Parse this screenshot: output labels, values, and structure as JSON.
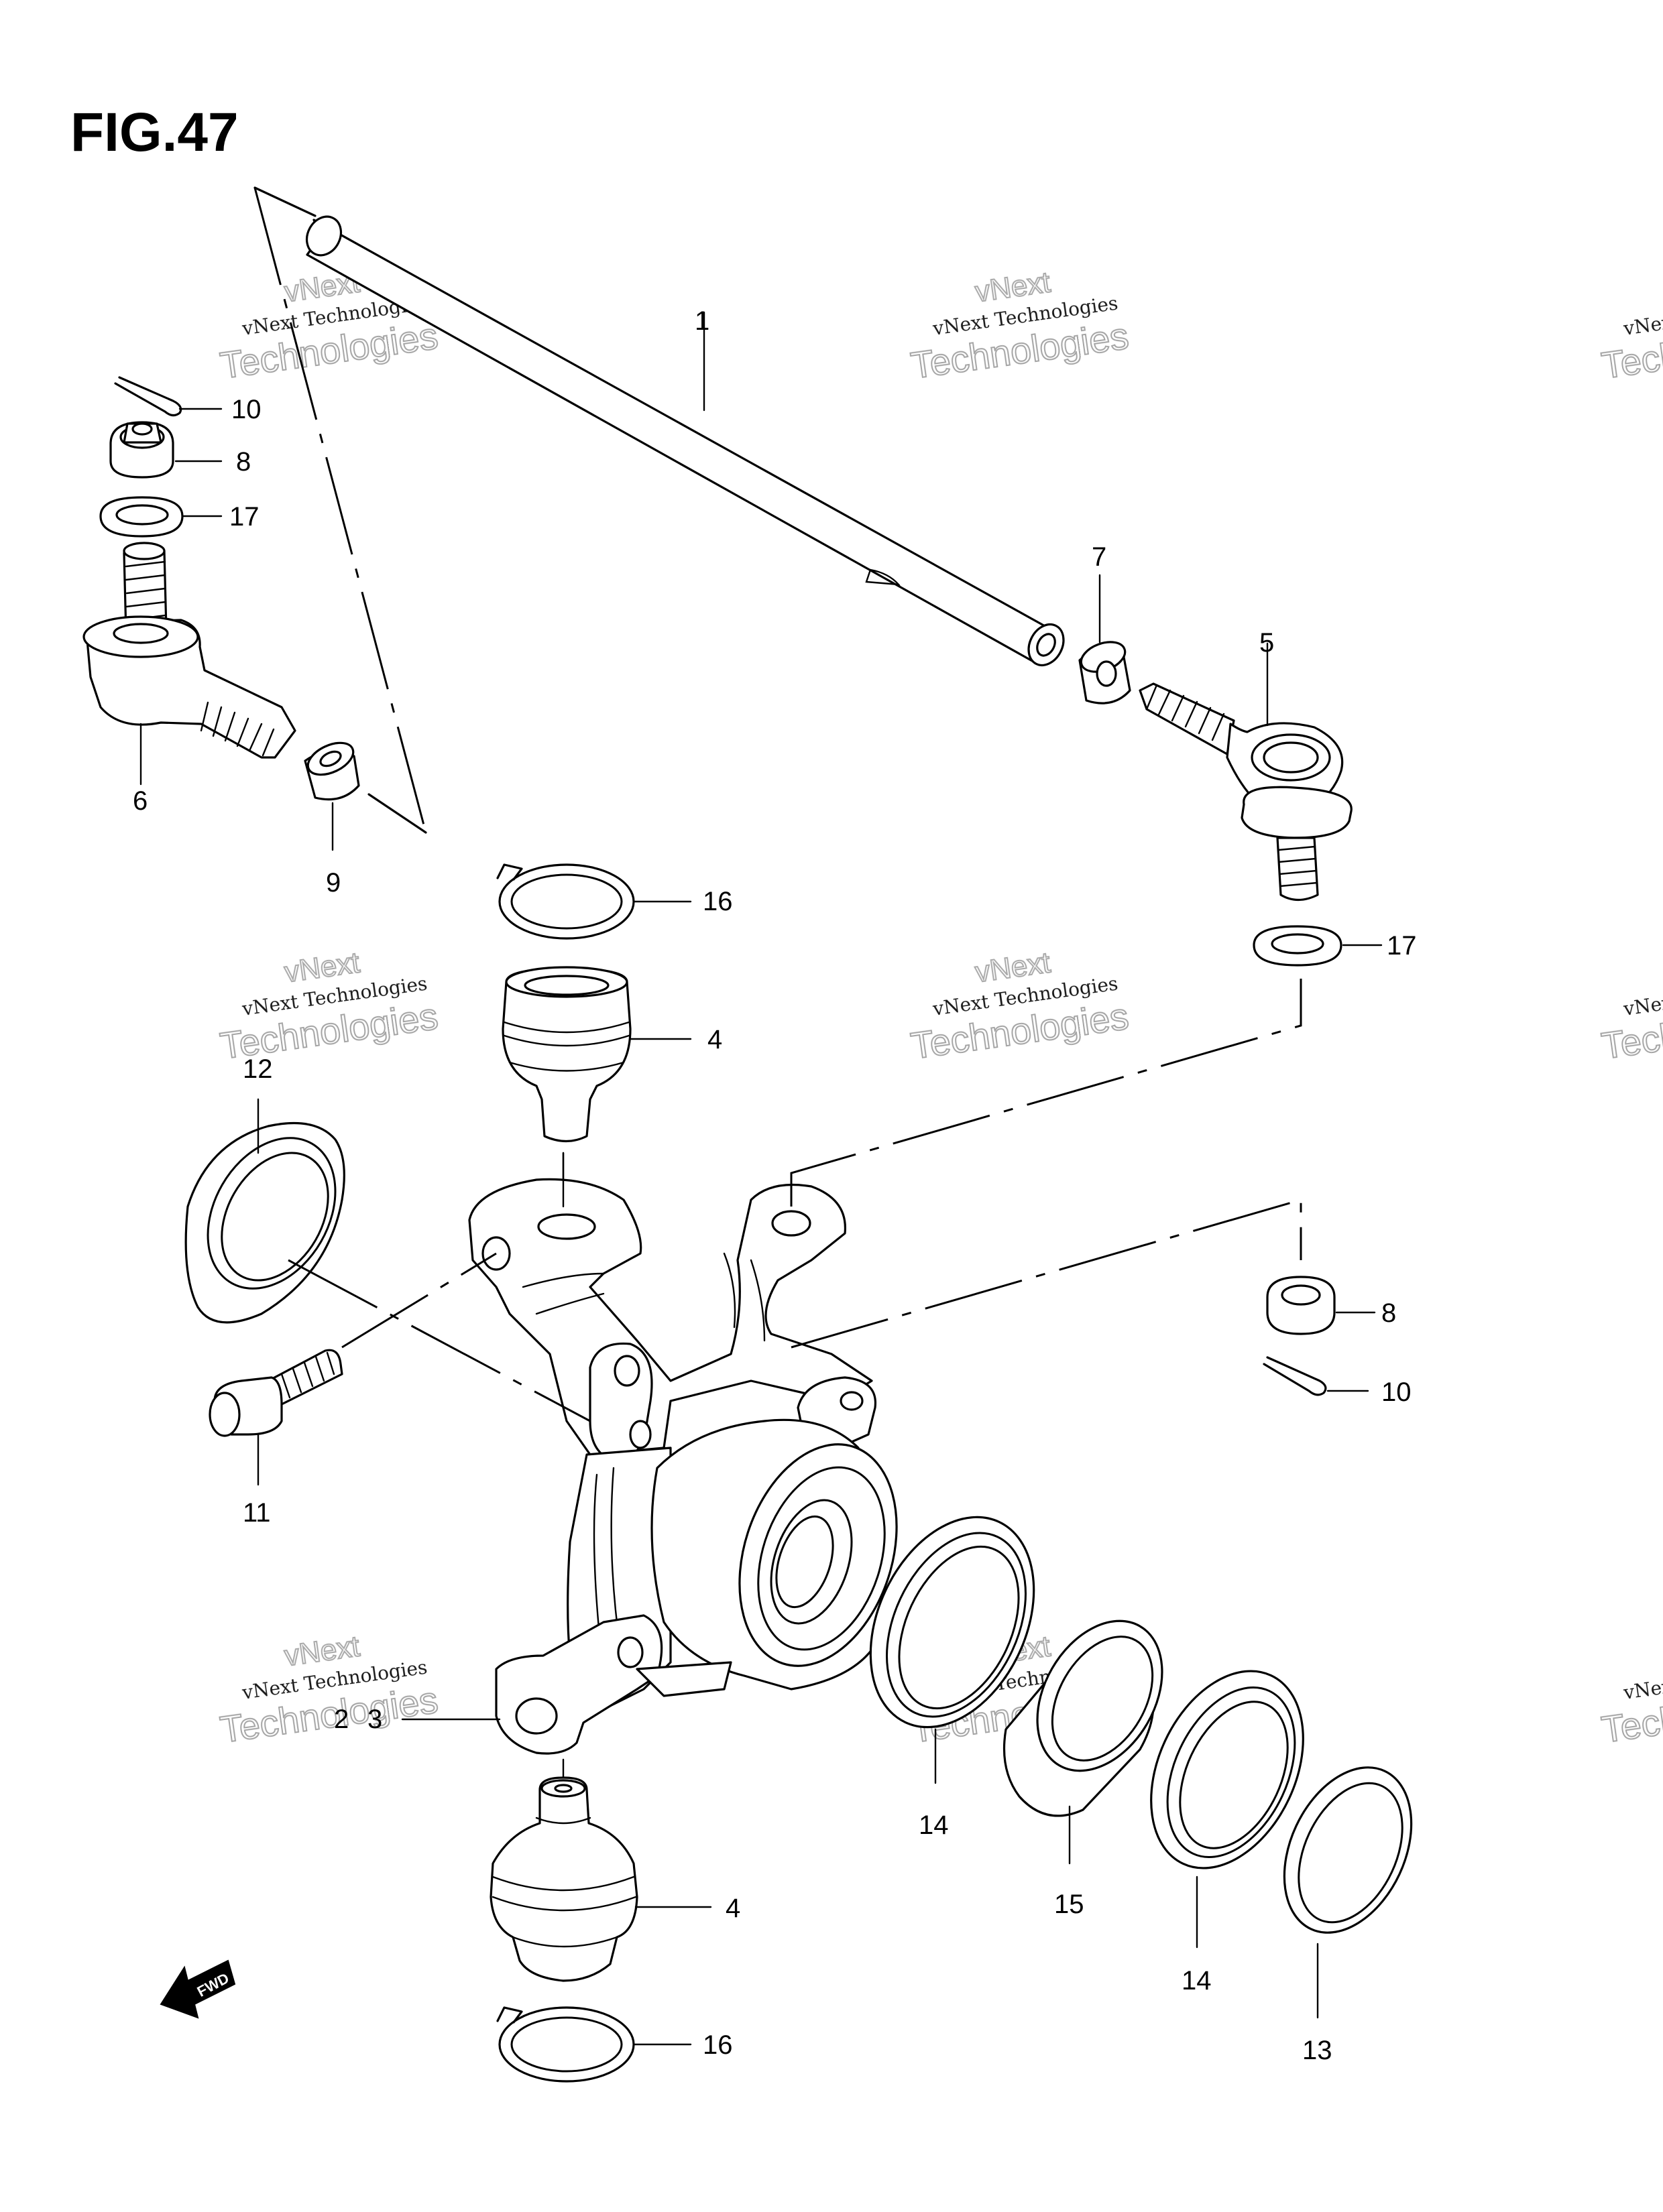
{
  "figure": {
    "title": "FIG.47"
  },
  "watermark": {
    "line1": "vNext Technologies",
    "line2": "Technologies",
    "line3": "vNext"
  },
  "fwd_label": "FWD",
  "callouts": [
    {
      "id": "c1",
      "text": "1"
    },
    {
      "id": "c10a",
      "text": "10"
    },
    {
      "id": "c8a",
      "text": "8"
    },
    {
      "id": "c17a",
      "text": "17"
    },
    {
      "id": "c6",
      "text": "6"
    },
    {
      "id": "c9",
      "text": "9"
    },
    {
      "id": "c7",
      "text": "7"
    },
    {
      "id": "c5",
      "text": "5"
    },
    {
      "id": "c16a",
      "text": "16"
    },
    {
      "id": "c17b",
      "text": "17"
    },
    {
      "id": "c4a",
      "text": "4"
    },
    {
      "id": "c12",
      "text": "12"
    },
    {
      "id": "c8b",
      "text": "8"
    },
    {
      "id": "c10b",
      "text": "10"
    },
    {
      "id": "c11",
      "text": "11"
    },
    {
      "id": "c2",
      "text": "2"
    },
    {
      "id": "c3",
      "text": "3"
    },
    {
      "id": "c14a",
      "text": "14"
    },
    {
      "id": "c15",
      "text": "15"
    },
    {
      "id": "c4b",
      "text": "4"
    },
    {
      "id": "c14b",
      "text": "14"
    },
    {
      "id": "c16b",
      "text": "16"
    },
    {
      "id": "c13",
      "text": "13"
    }
  ]
}
